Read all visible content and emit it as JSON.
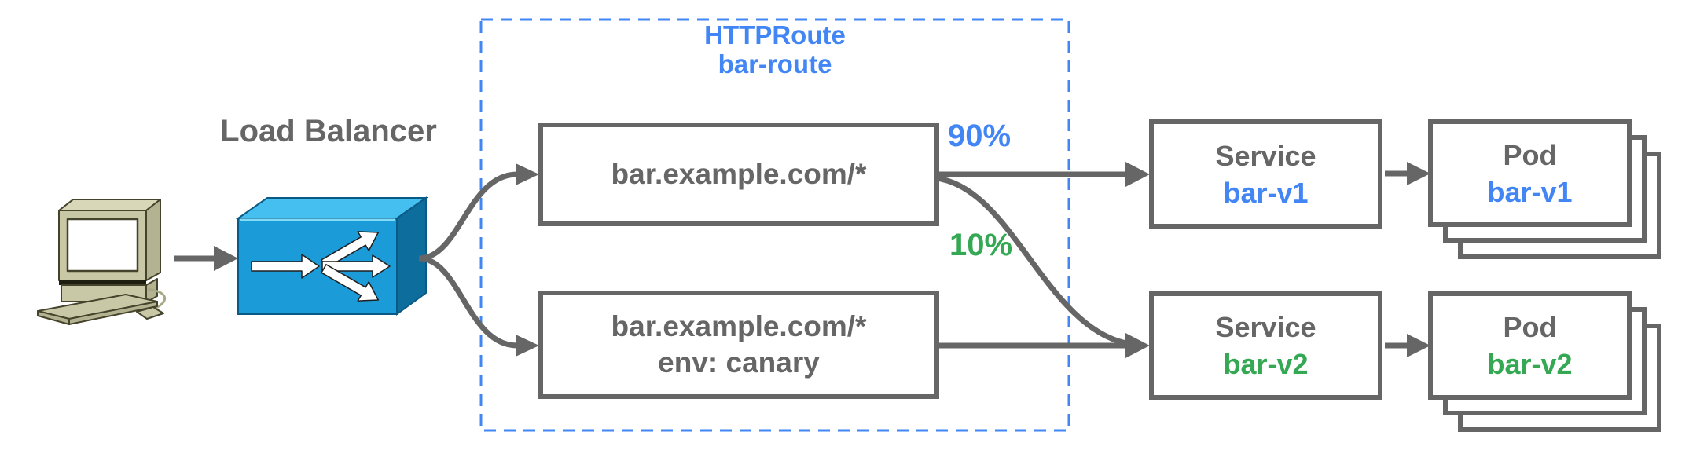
{
  "labels": {
    "load_balancer": "Load Balancer"
  },
  "httproute": {
    "kind": "HTTPRoute",
    "name": "bar-route",
    "accent_color": "#4285F4"
  },
  "routes": [
    {
      "match": "bar.example.com/*",
      "weight": "90%",
      "weight_color": "#4285F4"
    },
    {
      "match": "bar.example.com/*",
      "header_match": "env: canary",
      "weight": "10%",
      "weight_color": "#34A853"
    }
  ],
  "services": [
    {
      "kind": "Service",
      "name": "bar-v1",
      "name_color": "#4285F4"
    },
    {
      "kind": "Service",
      "name": "bar-v2",
      "name_color": "#34A853"
    }
  ],
  "pods": [
    {
      "kind": "Pod",
      "name": "bar-v1",
      "name_color": "#4285F4",
      "replicas_shown": 3
    },
    {
      "kind": "Pod",
      "name": "bar-v2",
      "name_color": "#34A853",
      "replicas_shown": 3
    }
  ],
  "icons": {
    "client": "computer-icon",
    "load_balancer": "load-balancer-icon"
  },
  "colors": {
    "accent_blue": "#4285F4",
    "accent_green": "#34A853",
    "diagram_gray": "#666666",
    "lb_front_blue": "#1B9CD9",
    "lb_top_blue": "#44BFEF",
    "lb_side_blue": "#0D6E9E",
    "computer_khaki": "#C9C8A6"
  }
}
